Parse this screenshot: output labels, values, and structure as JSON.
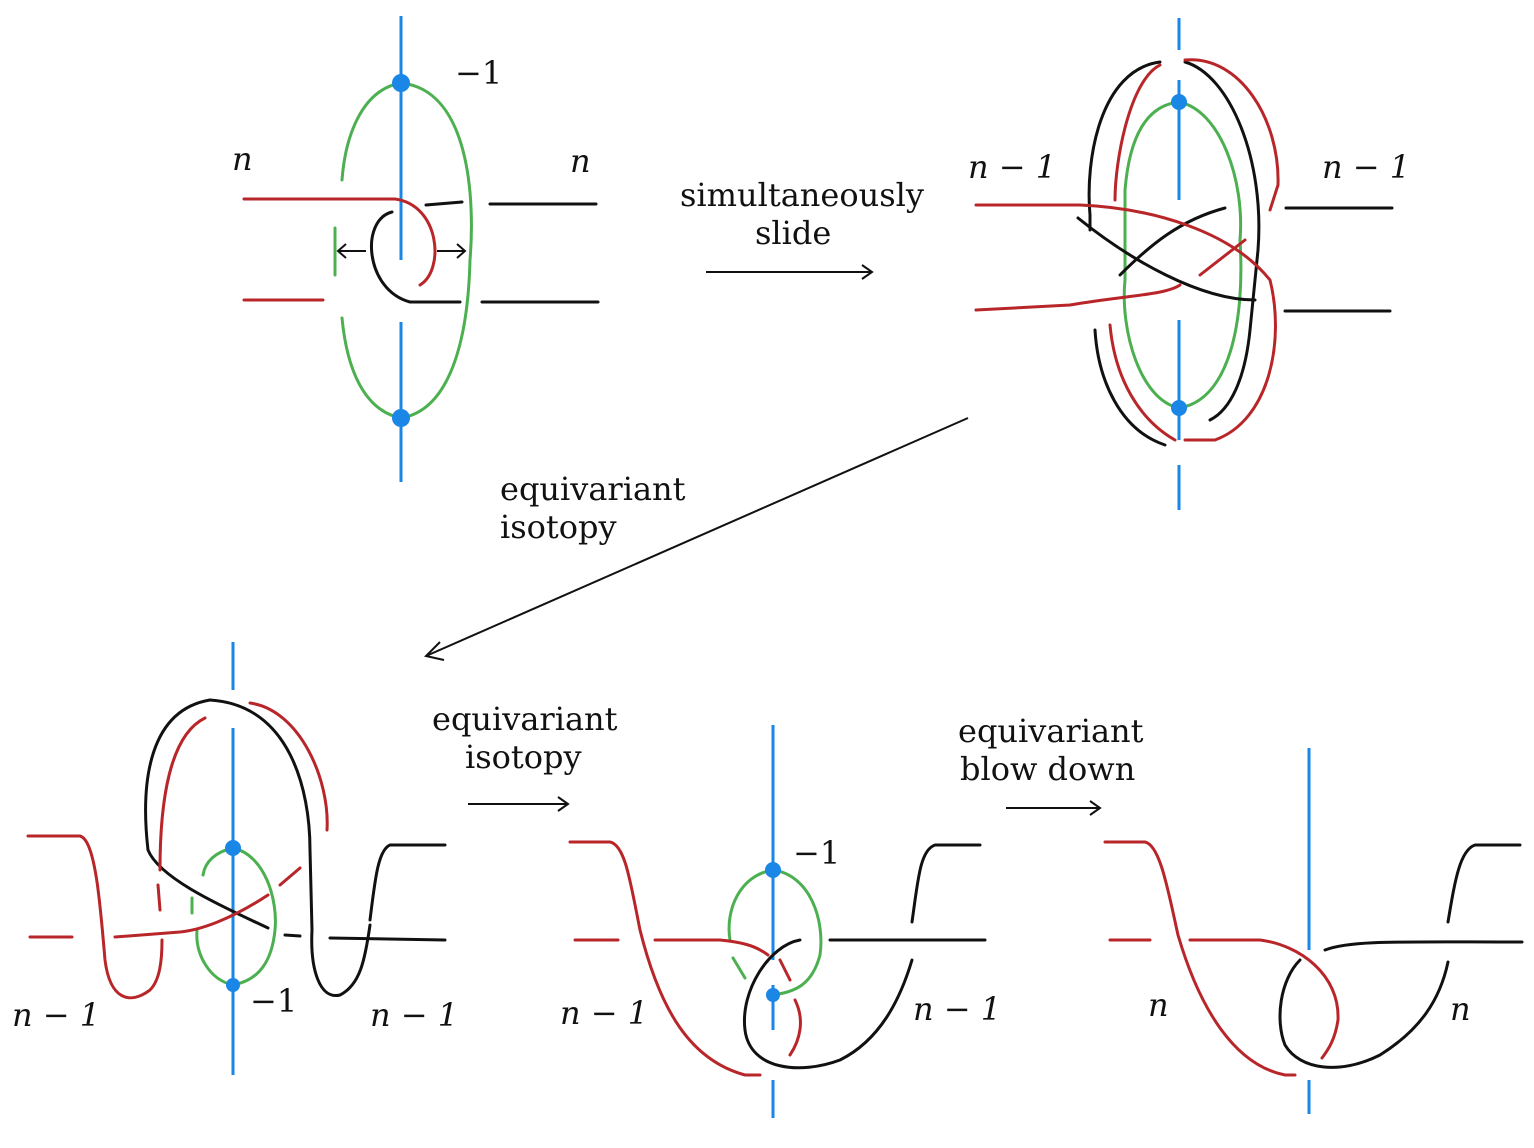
{
  "panels": {
    "top_left": {
      "label_left": "n",
      "label_right": "n",
      "framing": "−1"
    },
    "top_right": {
      "label_left": "n − 1",
      "label_right": "n − 1"
    },
    "bottom_left": {
      "label_left": "n − 1",
      "label_right": "n − 1",
      "framing": "−1"
    },
    "bottom_mid": {
      "label_left": "n − 1",
      "label_right": "n − 1",
      "framing": "−1"
    },
    "bottom_right": {
      "label_left": "n",
      "label_right": "n"
    }
  },
  "arrows": {
    "slide": {
      "line1": "simultaneously",
      "line2": "slide"
    },
    "iso1": {
      "line1": "equivariant",
      "line2": "isotopy"
    },
    "iso2": {
      "line1": "equivariant",
      "line2": "isotopy"
    },
    "blowdown": {
      "line1": "equivariant",
      "line2": "blow down"
    }
  },
  "colors": {
    "axis": "#1a86e6",
    "red_strand": "#b8262a",
    "black_strand": "#111111",
    "green_curve": "#4caf50"
  }
}
